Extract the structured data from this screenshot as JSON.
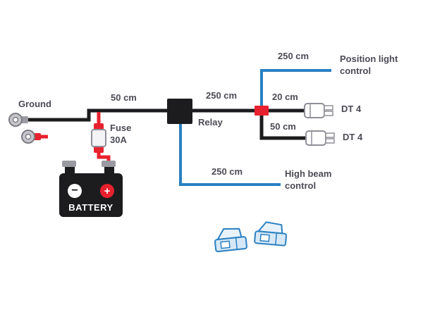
{
  "diagram": {
    "labels": {
      "ground": "Ground",
      "fuse": "Fuse 30A",
      "relay": "Relay",
      "battery": "BATTERY",
      "battery_minus": "−",
      "battery_plus": "+"
    },
    "measurements": {
      "ground_run": "50 cm",
      "main_run": "250 cm",
      "position_branch": "250 cm",
      "dt4_upper": "20 cm",
      "dt4_lower": "50 cm",
      "high_beam_branch": "250 cm"
    },
    "connections": {
      "position_light": "Position light control",
      "dt4_upper": "DT 4",
      "dt4_lower": "DT 4",
      "high_beam": "High beam control"
    },
    "colors": {
      "wire_black": "#1c1c1e",
      "wire_blue": "#2a80c2",
      "wire_red": "#e8212e",
      "label_text": "#4b4b55"
    }
  }
}
